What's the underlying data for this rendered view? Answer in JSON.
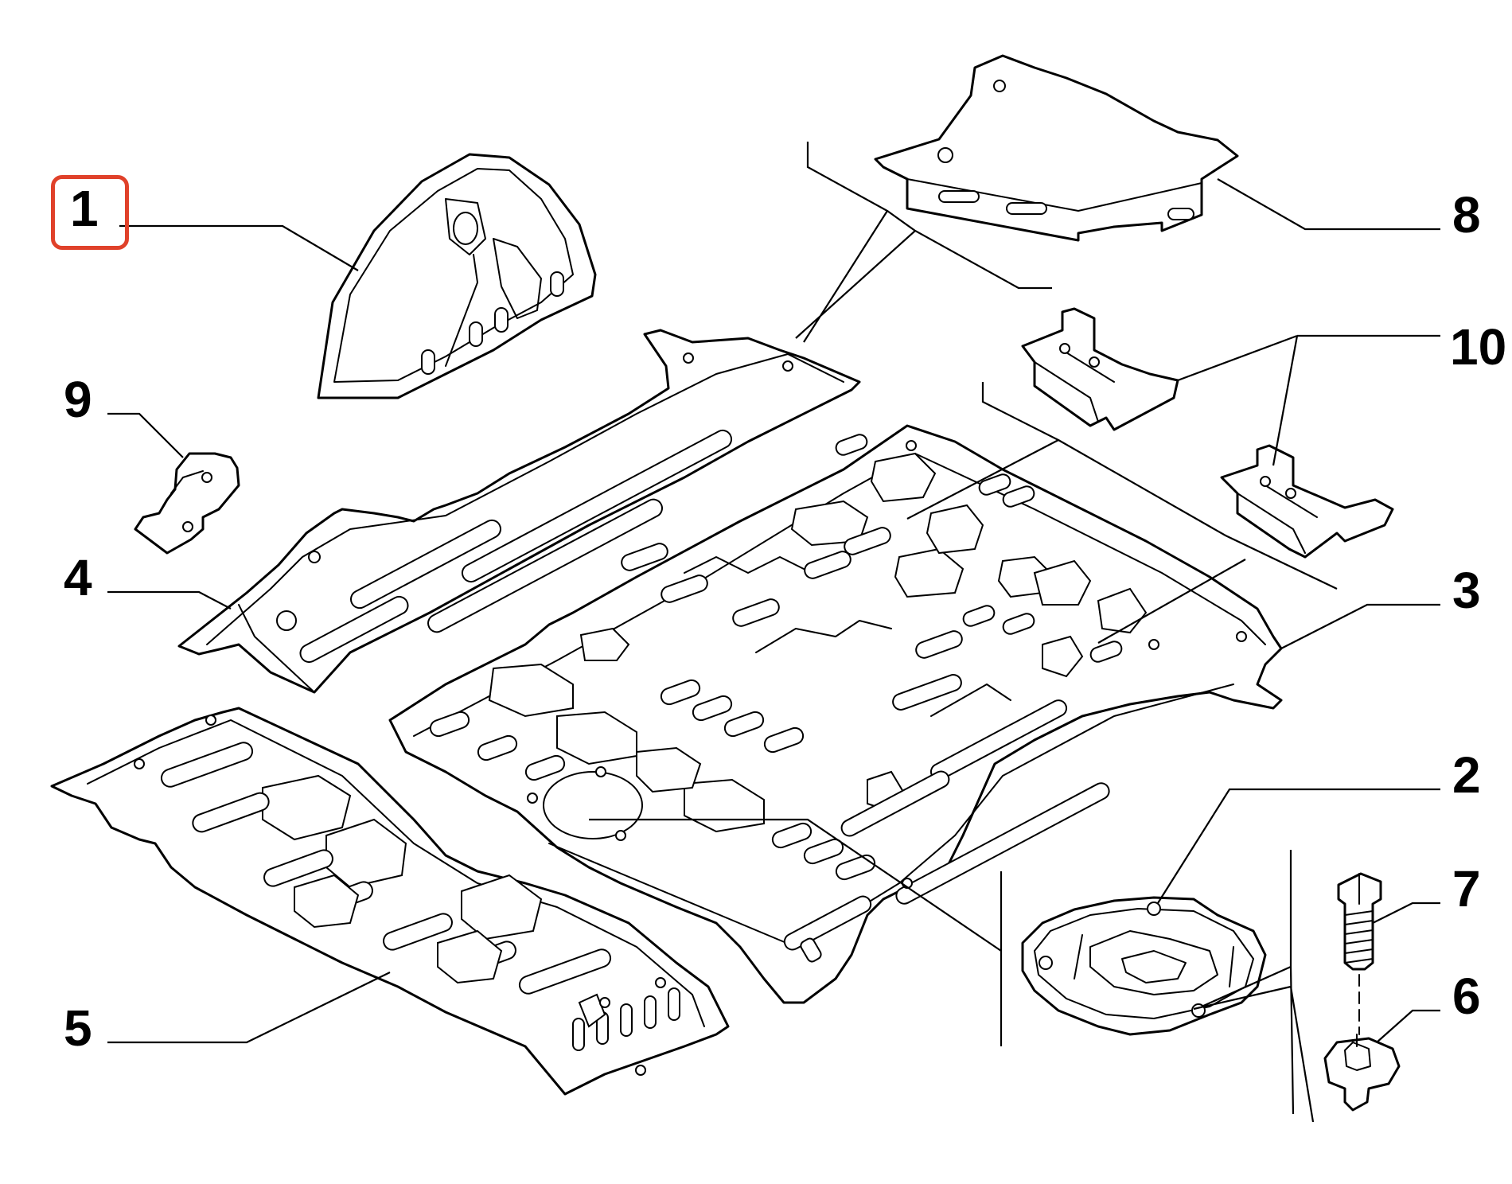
{
  "colors": {
    "line": "#000000",
    "background": "#ffffff",
    "highlight": "#e0412a"
  },
  "selected_callout": "1",
  "callouts": [
    {
      "id": "1",
      "label": "1"
    },
    {
      "id": "2",
      "label": "2"
    },
    {
      "id": "3",
      "label": "3"
    },
    {
      "id": "4",
      "label": "4"
    },
    {
      "id": "5",
      "label": "5"
    },
    {
      "id": "6",
      "label": "6"
    },
    {
      "id": "7",
      "label": "7"
    },
    {
      "id": "8",
      "label": "8"
    },
    {
      "id": "9",
      "label": "9"
    },
    {
      "id": "10",
      "label": "10"
    }
  ]
}
